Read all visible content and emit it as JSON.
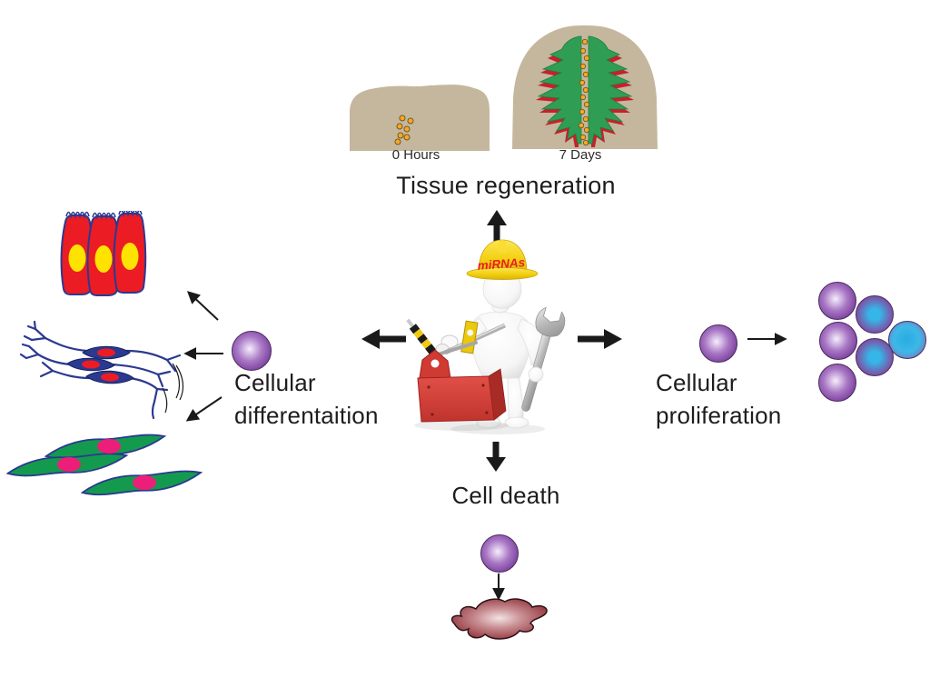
{
  "tissue_regeneration": {
    "title": "Tissue regeneration",
    "label_0h": "0 Hours",
    "label_7d": "7 Days"
  },
  "center": {
    "hat_label": "miRNAs"
  },
  "differentiation": {
    "line1": "Cellular",
    "line2": "differentaition"
  },
  "proliferation": {
    "line1": "Cellular",
    "line2": "proliferation"
  },
  "cell_death": {
    "label": "Cell death"
  },
  "colors": {
    "background": "#ffffff",
    "text": "#1f1c1d",
    "arrow_black": "#1a1a1a",
    "tissue_tan": "#c4b79d",
    "regenerate_green": "#2f9e54",
    "regenerate_red_edge": "#c8202a",
    "cell_dot_orange": "#f7a827",
    "sphere_purple": "#7e44a0",
    "sphere_cyan": "#29abe2",
    "epithelial_red": "#ec1c24",
    "epithelial_nucleus_yellow": "#ffe300",
    "outline_blue": "#2b3990",
    "neuron_nucleus_red": "#ed1c24",
    "fibroblast_green": "#149a4e",
    "fibroblast_nucleus_pink": "#ed1e79",
    "splat_maroon": "#8c2b33",
    "hard_hat_yellow": "#f2cf0e",
    "toolbox_red": "#d63a34",
    "mirna_label_red": "#ed1c24"
  }
}
